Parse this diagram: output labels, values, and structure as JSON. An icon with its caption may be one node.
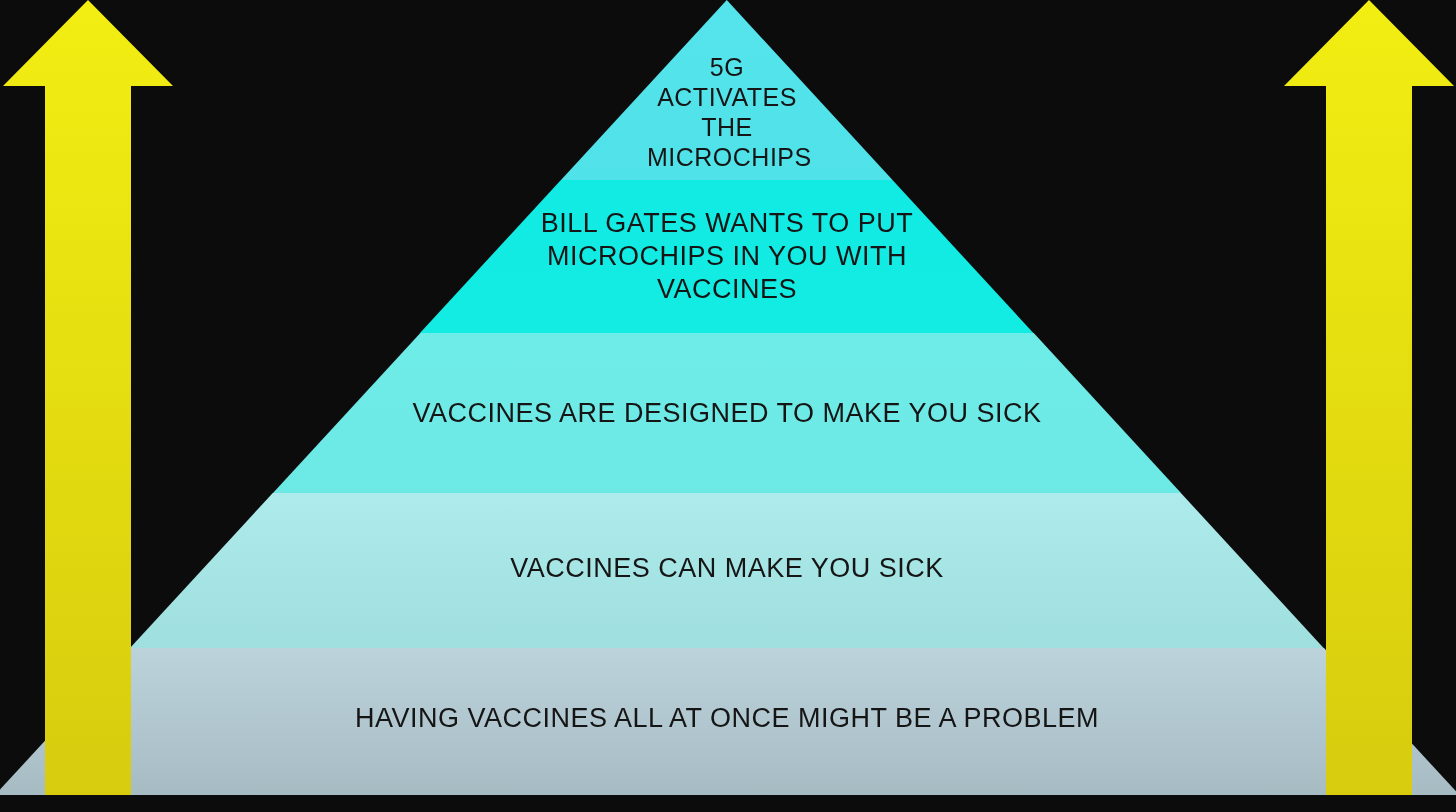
{
  "diagram": {
    "nodes": [
      {
        "text": [
          "5G ACTIVATES THE MICROCHIPS"
        ]
      },
      {
        "text": [
          "BILL GATES WANTS TO PUT MICROCHIPS IN YOU WITH VACCINES"
        ]
      },
      {
        "text": [
          "VACCINES ARE DESIGNED TO MAKE YOU SICK"
        ]
      },
      {
        "text": [
          "VACCINES CAN MAKE YOU SICK"
        ]
      },
      {
        "text": [
          "HAVING VACCINES ALL AT ONCE MIGHT BE A PROBLEM"
        ]
      }
    ],
    "edges": []
  }
}
